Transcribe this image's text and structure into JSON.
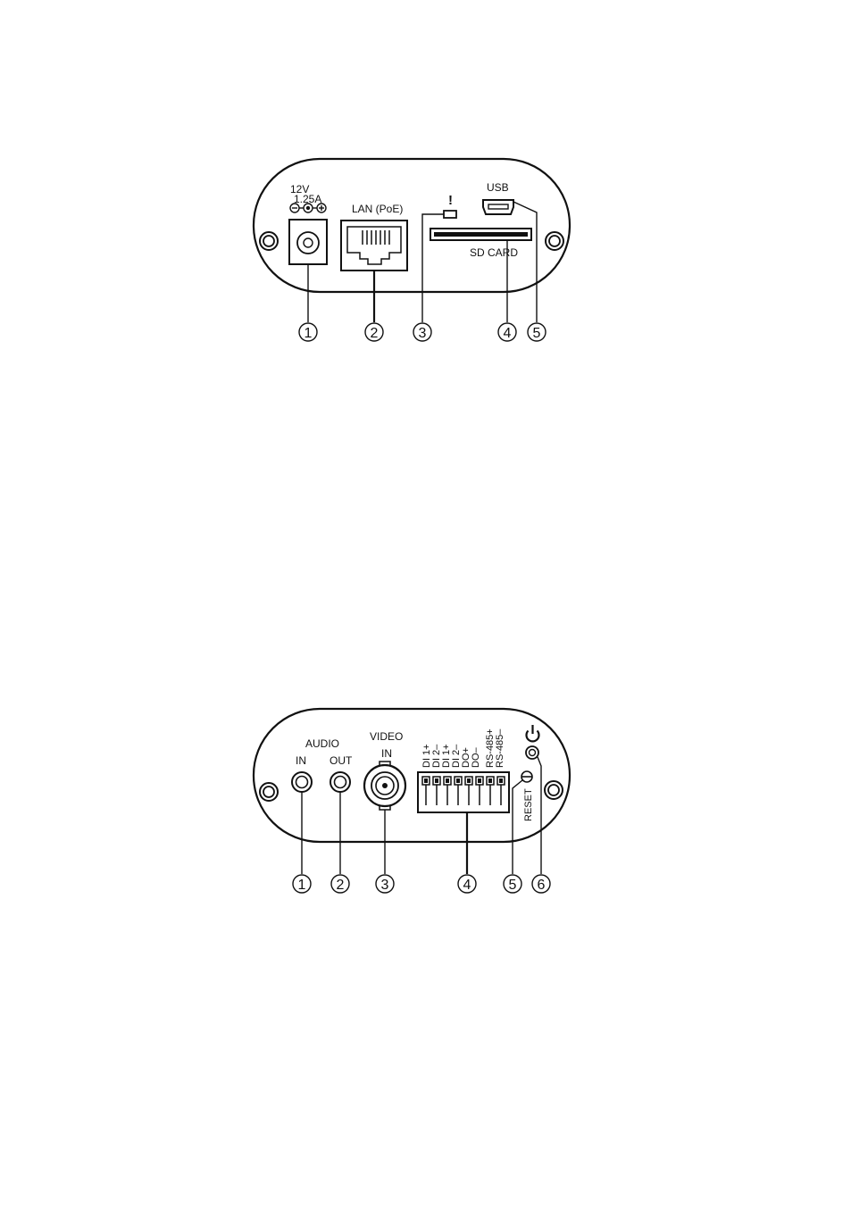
{
  "panel_back": {
    "power_voltage": "12V",
    "power_current": "1.25A",
    "lan_label": "LAN (PoE)",
    "status_led_symbol": "!",
    "usb_label": "USB",
    "sd_card_label": "SD CARD",
    "callouts": [
      "1",
      "2",
      "3",
      "4",
      "5"
    ]
  },
  "panel_front": {
    "audio_label": "AUDIO",
    "audio_in_label": "IN",
    "audio_out_label": "OUT",
    "video_label": "VIDEO",
    "video_in_label": "IN",
    "terminal_labels": [
      "DI 1+",
      "DI 2–",
      "DI 1+",
      "DI 2–",
      "DO+",
      "DO–",
      "RS-485+",
      "RS-485–"
    ],
    "reset_label": "RESET",
    "power_icon": "power-icon",
    "callouts": [
      "1",
      "2",
      "3",
      "4",
      "5",
      "6"
    ]
  }
}
